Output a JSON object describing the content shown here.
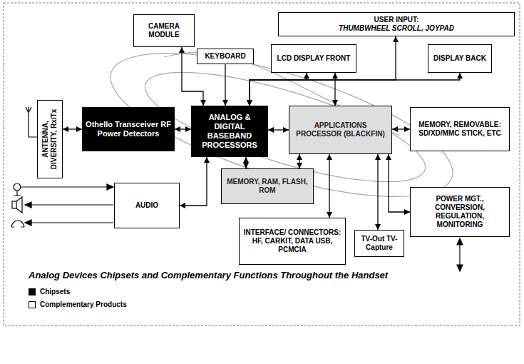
{
  "diagram": {
    "caption": "Analog Devices Chipsets and Complementary Functions Throughout the Handset",
    "nodes": [
      {
        "text": [
          "CAMERA MODULE"
        ]
      },
      {
        "text": [
          "USER INPUT:",
          "THUMBWHEEL SCROLL, JOYPAD"
        ]
      },
      {
        "text": [
          "KEYBOARD"
        ]
      },
      {
        "text": [
          "LCD DISPLAY FRONT"
        ]
      },
      {
        "text": [
          "DISPLAY BACK"
        ]
      },
      {
        "text": [
          "ANTENNA, DIVERSITY, Rx/Tx"
        ]
      },
      {
        "text": [
          "Othello Transceiver RF Power Detectors"
        ]
      },
      {
        "text": [
          "ANALOG & DIGITAL BASEBAND PROCESSORS"
        ]
      },
      {
        "text": [
          "APPLICATIONS PROCESSOR (BLACKFIN)"
        ]
      },
      {
        "text": [
          "MEMORY, REMOVABLE: SD/XD/MMC STICK, ETC"
        ]
      },
      {
        "text": [
          "MEMORY, RAM, FLASH, ROM"
        ]
      },
      {
        "text": [
          "AUDIO"
        ]
      },
      {
        "text": [
          "POWER MGT., CONVERSION, REGULATION, MONITORING"
        ]
      },
      {
        "text": [
          "INTERFACE/ CONNECTORS: HF, CARKIT, DATA USB, PCMCIA"
        ]
      },
      {
        "text": [
          "TV-Out TV-Capture"
        ]
      }
    ],
    "edges": [
      {
        "from": 5,
        "to": 6,
        "arrow": "both"
      },
      {
        "from": 6,
        "to": 7,
        "arrow": "both"
      },
      {
        "from": 7,
        "to": 8,
        "arrow": "both"
      },
      {
        "from": 8,
        "to": 9,
        "arrow": "both"
      },
      {
        "from": 0,
        "to": 7,
        "arrow": "both"
      },
      {
        "from": 2,
        "to": 7,
        "arrow": "to"
      },
      {
        "from": 7,
        "to": 3,
        "arrow": "both"
      },
      {
        "from": 7,
        "to": 4,
        "arrow": "both"
      },
      {
        "from": 7,
        "to": 1,
        "arrow": "both"
      },
      {
        "from": 8,
        "to": 3,
        "arrow": "both"
      },
      {
        "from": 7,
        "to": 10,
        "arrow": "both"
      },
      {
        "from": 8,
        "to": 10,
        "arrow": "both"
      },
      {
        "from": 7,
        "to": 11,
        "arrow": "both"
      },
      {
        "from": 8,
        "to": 13,
        "arrow": "both"
      },
      {
        "from": 8,
        "to": 14,
        "arrow": "both"
      },
      {
        "from": 8,
        "to": 12,
        "arrow": "both"
      }
    ],
    "legend": [
      {
        "text": "Chipsets",
        "color": "#000000"
      },
      {
        "text": "Complementary Products",
        "color": "#ffffff"
      }
    ]
  }
}
